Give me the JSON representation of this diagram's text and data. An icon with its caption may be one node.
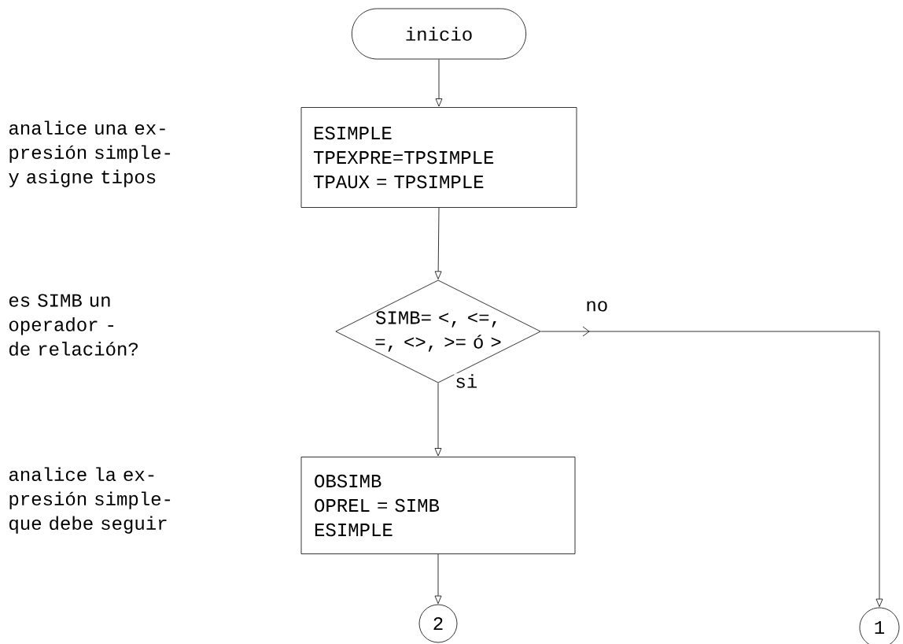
{
  "diagram": {
    "nodes": [
      {
        "text": [
          "inicio"
        ]
      },
      {
        "text": [
          "ESIMPLE",
          "TPEXPRE=TPSIMPLE",
          "TPAUX = TPSIMPLE"
        ]
      },
      {
        "text": [
          "SIMB= <, <=, =, <>, >= ó >"
        ]
      },
      {
        "text": [
          "OBSIMB",
          "OPREL = SIMB",
          "ESIMPLE"
        ]
      },
      {
        "text": [
          "2"
        ]
      },
      {
        "text": [
          "1"
        ]
      }
    ],
    "edges": [
      {
        "from": 0,
        "to": 1,
        "arrow": "to"
      },
      {
        "from": 1,
        "to": 2,
        "arrow": "to"
      },
      {
        "from": 2,
        "to": 5,
        "arrow": "to",
        "label": "no"
      },
      {
        "from": 2,
        "to": 3,
        "arrow": "to",
        "label": "si"
      },
      {
        "from": 3,
        "to": 4,
        "arrow": "to"
      }
    ],
    "labels": [
      "analice una ex- presión simple- y asigne tipos",
      "es SIMB un operador - de relación?",
      "analice la ex- presión simple- que debe seguir"
    ]
  }
}
